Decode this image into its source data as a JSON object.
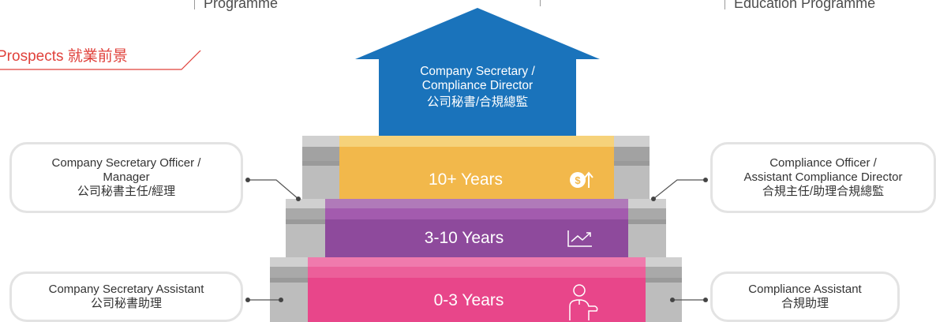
{
  "header": {
    "left_tab": "Programme",
    "right_tab": "Education Programme"
  },
  "section": {
    "title": "Prospects 就業前景"
  },
  "top_role": {
    "en_line1": "Company Secretary /",
    "en_line2": "Compliance Director",
    "zh": "公司秘書/合規總監",
    "color": "#1a73bb"
  },
  "steps": [
    {
      "years": "10+ Years",
      "icon": "dollar-up-icon",
      "color": "#f2b84b"
    },
    {
      "years": "3-10 Years",
      "icon": "rising-chart-icon",
      "color": "#8e4a9c"
    },
    {
      "years": "0-3 Years",
      "icon": "person-icon",
      "color": "#e8468a"
    }
  ],
  "left_roles": [
    {
      "en_line1": "Company Secretary Officer /",
      "en_line2": "Manager",
      "zh": "公司秘書主任/經理"
    },
    {
      "en_line1": "Company Secretary Assistant",
      "zh": "公司秘書助理"
    }
  ],
  "right_roles": [
    {
      "en_line1": "Compliance Officer /",
      "en_line2": "Assistant Compliance Director",
      "zh": "合規主任/助理合規總監"
    },
    {
      "en_line1": "Compliance Assistant",
      "zh": "合規助理"
    }
  ]
}
